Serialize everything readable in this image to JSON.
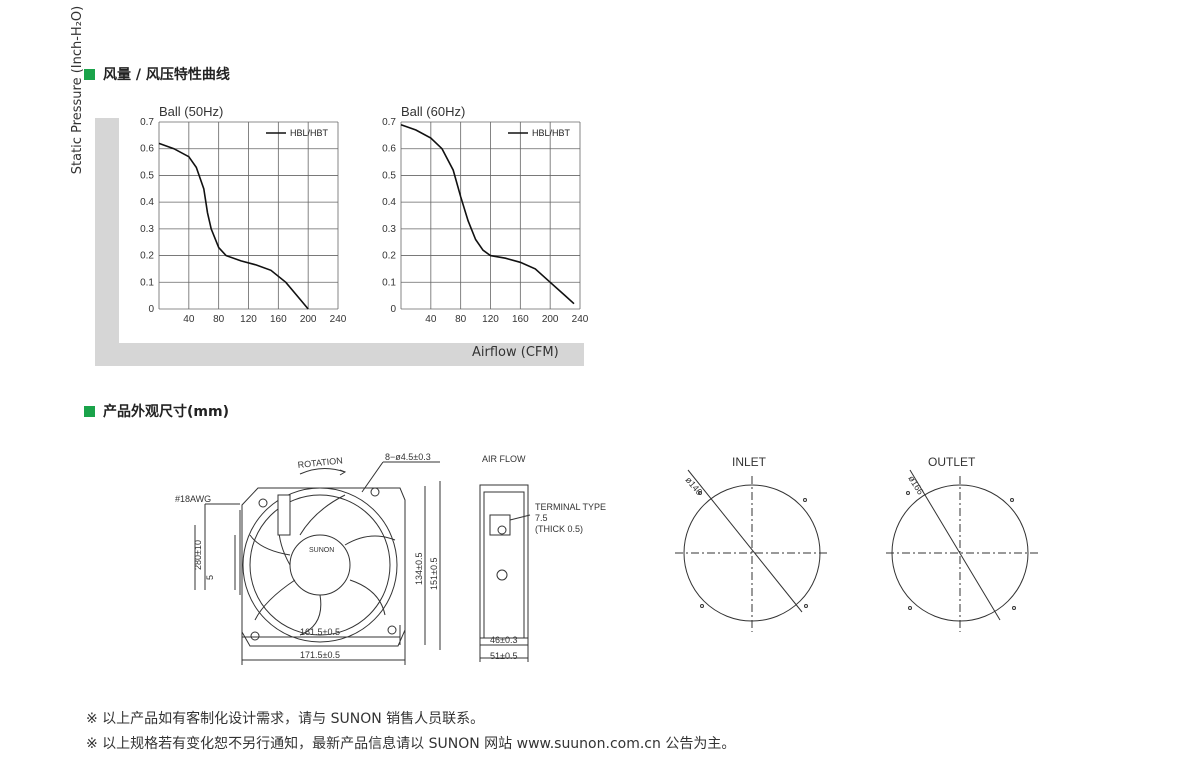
{
  "section1": {
    "title": "风量 / 风压特性曲线"
  },
  "section2": {
    "title": "产品外观尺寸(mm)"
  },
  "shared_ylabel": "Static Pressure (Inch-H₂O)",
  "shared_xlabel": "Airflow (CFM)",
  "chart_data": [
    {
      "type": "line",
      "title": "Ball (50Hz)",
      "xlabel": "Airflow (CFM)",
      "ylabel": "Static Pressure (Inch-H₂O)",
      "xlim": [
        0,
        240
      ],
      "ylim": [
        0,
        0.7
      ],
      "xticks": [
        40,
        80,
        120,
        160,
        200,
        240
      ],
      "yticks": [
        0,
        0.1,
        0.2,
        0.3,
        0.4,
        0.5,
        0.6,
        0.7
      ],
      "grid": true,
      "legend": "top-right",
      "series": [
        {
          "name": "HBL/HBT",
          "x": [
            0,
            20,
            40,
            50,
            60,
            65,
            70,
            80,
            90,
            110,
            130,
            150,
            170,
            185,
            200
          ],
          "y": [
            0.62,
            0.6,
            0.57,
            0.53,
            0.45,
            0.36,
            0.3,
            0.23,
            0.2,
            0.18,
            0.165,
            0.145,
            0.1,
            0.05,
            0.0
          ]
        }
      ]
    },
    {
      "type": "line",
      "title": "Ball (60Hz)",
      "xlabel": "Airflow (CFM)",
      "ylabel": "Static Pressure (Inch-H₂O)",
      "xlim": [
        0,
        240
      ],
      "ylim": [
        0,
        0.7
      ],
      "xticks": [
        40,
        80,
        120,
        160,
        200,
        240
      ],
      "yticks": [
        0,
        0.1,
        0.2,
        0.3,
        0.4,
        0.5,
        0.6,
        0.7
      ],
      "grid": true,
      "legend": "top-right",
      "series": [
        {
          "name": "HBL/HBT",
          "x": [
            0,
            20,
            40,
            55,
            70,
            80,
            90,
            100,
            110,
            120,
            140,
            160,
            180,
            200,
            220,
            232
          ],
          "y": [
            0.69,
            0.67,
            0.64,
            0.6,
            0.52,
            0.42,
            0.33,
            0.26,
            0.22,
            0.2,
            0.19,
            0.175,
            0.15,
            0.1,
            0.05,
            0.02
          ]
        }
      ]
    }
  ],
  "drawing": {
    "rotation": "ROTATION",
    "holes": "8−ø4.5±0.3",
    "wire": "#18AWG",
    "lead": "280±10",
    "lead2": "5",
    "dim134": "134±0.5",
    "dim151": "151±0.5",
    "dim161": "161.5±0.5",
    "dim171": "171.5±0.5",
    "brand": "SUNON",
    "airflow": "AIR FLOW",
    "terminal1": "TERMINAL TYPE",
    "terminal2": "7.5",
    "terminal3": "(THICK 0.5)",
    "dim46": "46±0.3",
    "dim51": "51±0.5",
    "inlet": "INLET",
    "outlet": "OUTLET",
    "d146": "ø146",
    "d166": "ø166"
  },
  "notes": [
    "※ 以上产品如有客制化设计需求，请与 SUNON 销售人员联系。",
    "※ 以上规格若有变化恕不另行通知，最新产品信息请以 SUNON 网站 www.suunon.com.cn 公告为主。"
  ]
}
